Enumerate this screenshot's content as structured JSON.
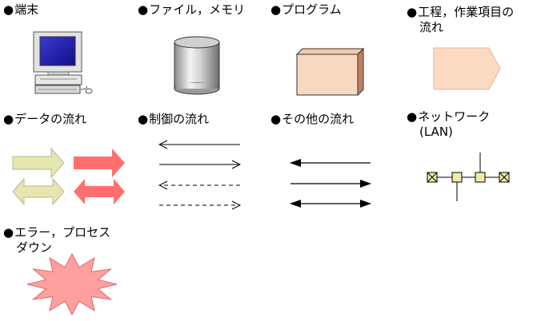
{
  "legend": {
    "terminal": {
      "bullet": "●",
      "label": "端末"
    },
    "file_memory": {
      "bullet": "●",
      "label": "ファイル，メモリ"
    },
    "program": {
      "bullet": "●",
      "label": "プログラム"
    },
    "process_flow": {
      "bullet": "●",
      "label": "工程，作業項目の",
      "label2": "流れ"
    },
    "data_flow": {
      "bullet": "●",
      "label": "データの流れ"
    },
    "control_flow": {
      "bullet": "●",
      "label": "制御の流れ"
    },
    "other_flow": {
      "bullet": "●",
      "label": "その他の流れ"
    },
    "network": {
      "bullet": "●",
      "label": "ネットワーク",
      "label2": "(LAN)"
    },
    "error": {
      "bullet": "●",
      "label": "エラー，プロセス",
      "label2": "ダウン"
    }
  },
  "colors": {
    "data_arrow_light": "#e6e6b0",
    "data_arrow_red": "#ff6e6e",
    "program_box": "#f7d8c0",
    "program_side": "#c89070",
    "process_shape": "#fbd9c2",
    "network_node": "#f2eaa8",
    "error_star": "#ff9f9f",
    "monitor_screen": "#1f1fa8"
  }
}
